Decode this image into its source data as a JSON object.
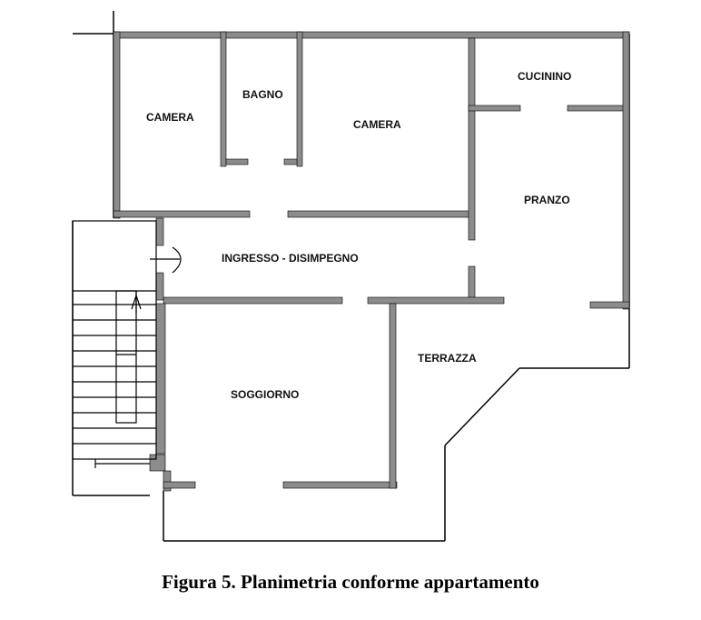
{
  "rooms": {
    "camera_left": "CAMERA",
    "bagno": "BAGNO",
    "camera_center": "CAMERA",
    "cucinino": "CUCININO",
    "pranzo": "PRANZO",
    "ingresso": "INGRESSO - DISIMPEGNO",
    "terrazza": "TERRAZZA",
    "soggiorno": "SOGGIORNO"
  },
  "caption": "Figura 5. Planimetria conforme appartamento",
  "colors": {
    "wall": "#8c8c8c",
    "line": "#000000",
    "background": "#ffffff"
  }
}
